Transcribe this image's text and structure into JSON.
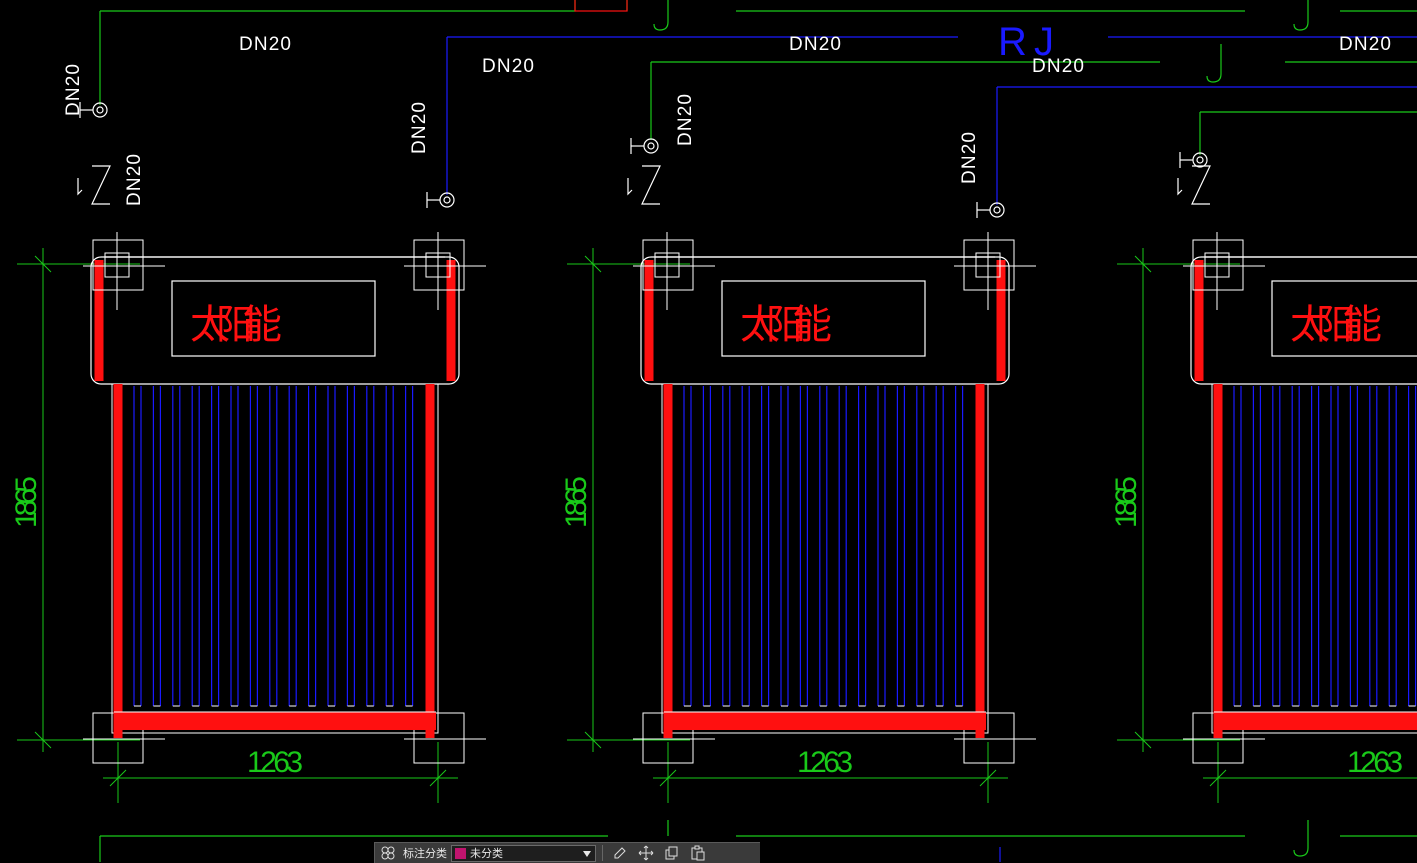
{
  "drawing": {
    "top_labels": [
      "RJ",
      "J"
    ],
    "panel_title": "太阳能",
    "pipe_size": "DN20",
    "height_dim": "1865",
    "width_dim": "1263",
    "panels_visible": 3
  },
  "toolbar": {
    "category_label": "标注分类",
    "category_value": "未分类",
    "category_color": "#c0146e",
    "icons": [
      "layers-icon",
      "edit-icon",
      "move-icon",
      "copy-icon",
      "paste-icon"
    ]
  },
  "colors": {
    "background": "#000000",
    "green": "#19c919",
    "blue": "#1a1aff",
    "red": "#ff1010",
    "white": "#ffffff"
  }
}
